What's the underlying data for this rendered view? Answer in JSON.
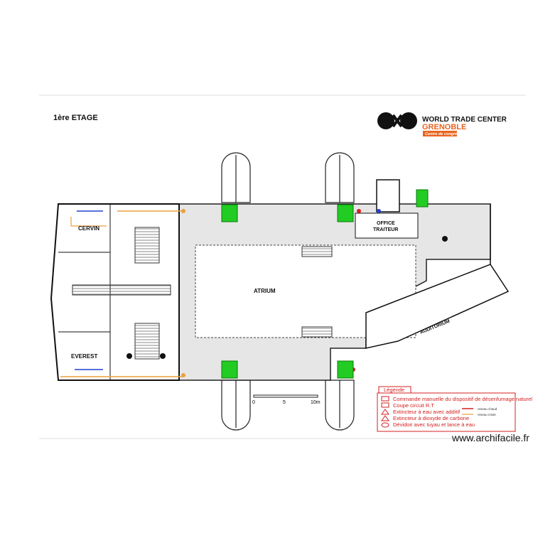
{
  "title": "1ère ETAGE",
  "logo": {
    "line1": "WORLD TRADE CENTER",
    "line2": "GRENOBLE",
    "tagline": "Centre de congrès",
    "brand_color": "#e8641e"
  },
  "rooms": {
    "cervin": "CERVIN",
    "everest": "EVEREST",
    "atrium": "ATRIUM",
    "office_line1": "OFFICE",
    "office_line2": "TRAITEUR",
    "auditorium": "AUDITORIUM"
  },
  "scale": {
    "ticks": [
      "0",
      "5",
      "10m"
    ]
  },
  "legend": {
    "title": "Légende",
    "items": [
      {
        "icon": "manual-smoke-release-icon",
        "label": "Commande manuelle du dispositif de désenfumage naturel"
      },
      {
        "icon": "circuit-cutoff-icon",
        "label": "Coupe circuit R.T"
      },
      {
        "icon": "water-extinguisher-icon",
        "label": "Extincteur à eau avec additif"
      },
      {
        "icon": "co2-extinguisher-icon",
        "label": "Extincteur à dioxyde de carbone"
      },
      {
        "icon": "hose-reel-icon",
        "label": "Dévidoir avec tuyau et lance à eau"
      }
    ],
    "lines": [
      {
        "label": "reseau chaud",
        "color": "#d42020"
      },
      {
        "label": "reseau mixte",
        "color": "#e8b060"
      }
    ]
  },
  "colors": {
    "exit_green": "#22cc22",
    "corridor_gray": "#e6e6e6",
    "evac_orange": "#e8a040",
    "evac_blue": "#2040d0",
    "alarm_red": "#d42020"
  },
  "watermark": "www.archifacile.fr"
}
